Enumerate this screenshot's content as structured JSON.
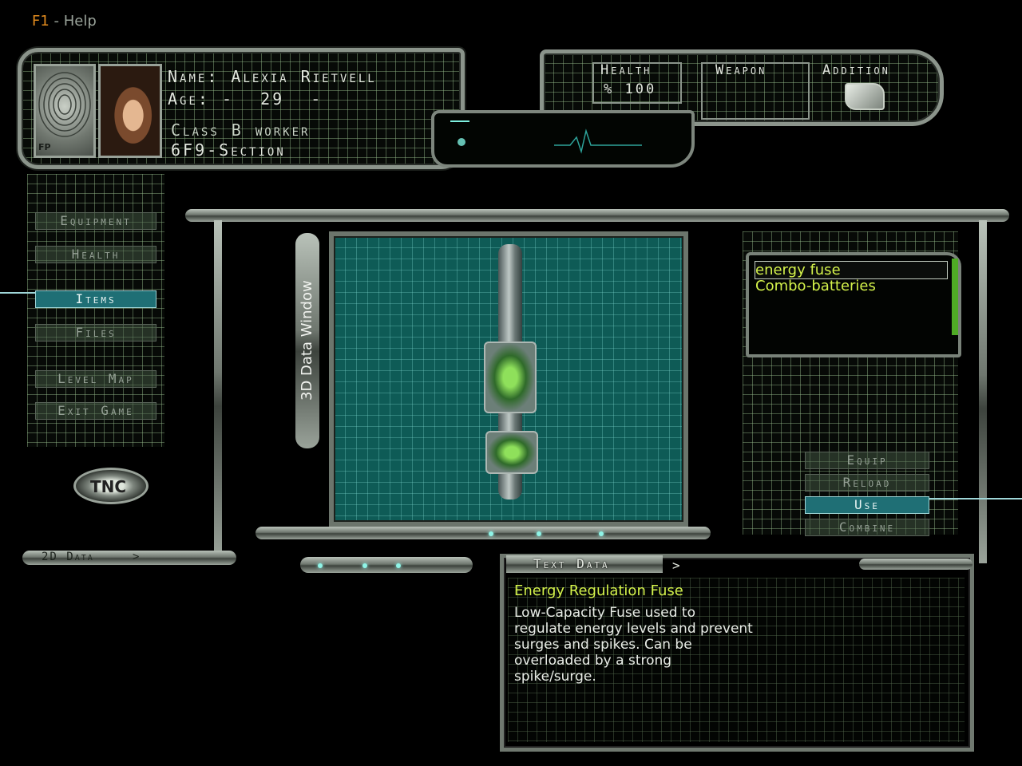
{
  "help": {
    "key": "F1",
    "label": " - Help"
  },
  "character": {
    "fp_label": "FP",
    "name_label": "Name: ",
    "name": "Alexia Rietvell",
    "age_label": "Age: -",
    "age": "29",
    "age_suffix": "-",
    "class": "Class B worker",
    "section": "6F9-Section"
  },
  "status": {
    "health_label": "Health",
    "health_value": "% 100",
    "weapon_label": "Weapon",
    "addition_label": "Addition"
  },
  "menu": {
    "items": [
      "Equipment",
      "Health",
      "Items",
      "Files",
      "Level Map",
      "Exit Game"
    ],
    "active_index": 2
  },
  "logo_text": "TNC",
  "viewer": {
    "label": "3D Data Window"
  },
  "data2d": {
    "label": "2D Data",
    "arrow": ">"
  },
  "inventory": {
    "items": [
      "energy fuse",
      "Combo-batteries"
    ],
    "selected_index": 0
  },
  "actions": {
    "buttons": [
      "Equip",
      "Reload",
      "Use",
      "Combine"
    ],
    "active_index": 2
  },
  "text_data": {
    "label": "Text Data",
    "arrow": ">",
    "title": "Energy Regulation Fuse",
    "body": "Low-Capacity Fuse used to regulate energy levels and prevent surges and spikes. Can be overloaded by a strong spike/surge."
  },
  "colors": {
    "accent_teal": "#1f6f75",
    "highlight_text": "#d4f24b",
    "hint_key": "#e08a1e"
  }
}
